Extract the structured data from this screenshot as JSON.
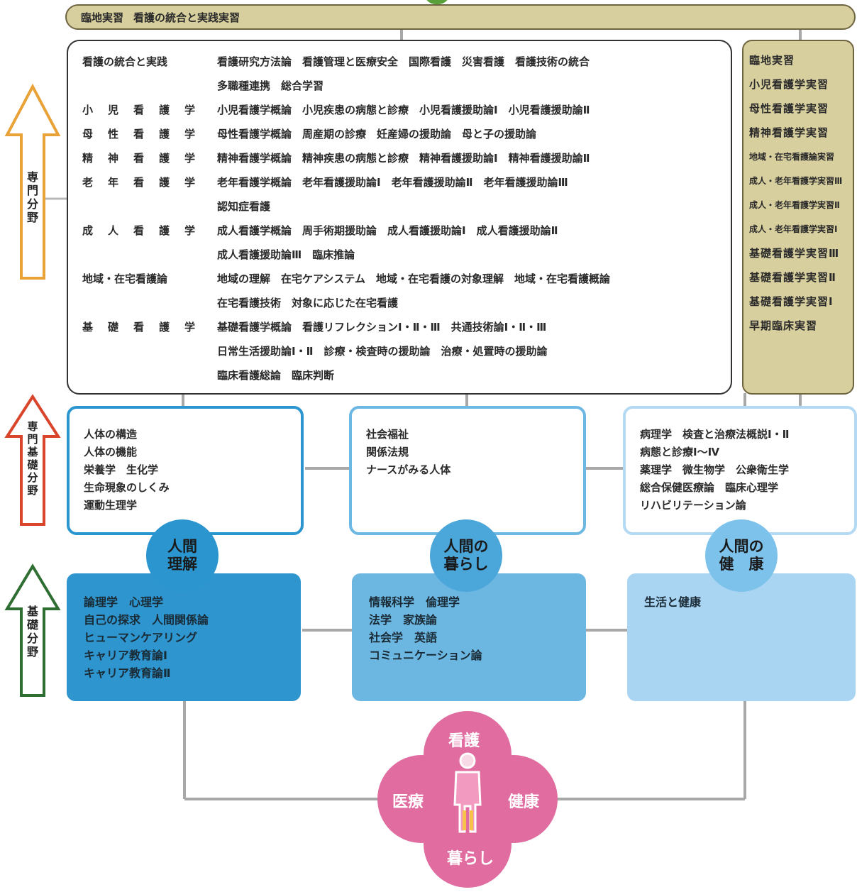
{
  "banner": {
    "label1": "臨地実習",
    "label2": "看護の統合と実践実習"
  },
  "side_arrows": [
    {
      "label": "専門分野",
      "color": "#e9a237"
    },
    {
      "label": "専門基礎分野",
      "color": "#d9452b"
    },
    {
      "label": "基礎分野",
      "color": "#2f6e33"
    }
  ],
  "professional": {
    "subjects": [
      {
        "name": "看護の統合と実践",
        "spaced": false,
        "lines": [
          "看護研究方法論　看護管理と医療安全　国際看護　災害看護　看護技術の統合",
          "多職種連携　総合学習"
        ]
      },
      {
        "name": "小児看護学",
        "spaced": true,
        "lines": [
          "小児看護学概論　小児疾患の病態と診療　小児看護援助論Ⅰ　小児看護援助論Ⅱ"
        ]
      },
      {
        "name": "母性看護学",
        "spaced": true,
        "lines": [
          "母性看護学概論　周産期の診療　妊産婦の援助論　母と子の援助論"
        ]
      },
      {
        "name": "精神看護学",
        "spaced": true,
        "lines": [
          "精神看護学概論　精神疾患の病態と診療　精神看護援助論Ⅰ　精神看護援助論Ⅱ"
        ]
      },
      {
        "name": "老年看護学",
        "spaced": true,
        "lines": [
          "老年看護学概論　老年看護援助論Ⅰ　老年看護援助論Ⅱ　老年看護援助論Ⅲ",
          "認知症看護"
        ]
      },
      {
        "name": "成人看護学",
        "spaced": true,
        "lines": [
          "成人看護学概論　周手術期援助論　成人看護援助論Ⅰ　成人看護援助論Ⅱ",
          "成人看護援助論Ⅲ　臨床推論"
        ]
      },
      {
        "name": "地域・在宅看護論",
        "spaced": false,
        "lines": [
          "地域の理解　在宅ケアシステム　地域・在宅看護の対象理解　地域・在宅看護概論",
          "在宅看護技術　対象に応じた在宅看護"
        ]
      },
      {
        "name": "基礎看護学",
        "spaced": true,
        "lines": [
          "基礎看護学概論　看護リフレクションⅠ・Ⅱ・Ⅲ　共通技術論Ⅰ・Ⅱ・Ⅲ",
          "日常生活援助論Ⅰ・Ⅱ　診療・検査時の援助論　治療・処置時の援助論",
          "臨床看護総論　臨床判断"
        ]
      }
    ]
  },
  "practicum": {
    "items": [
      {
        "label": "臨地実習",
        "small": false
      },
      {
        "label": "小児看護学実習",
        "small": false
      },
      {
        "label": "母性看護学実習",
        "small": false
      },
      {
        "label": "精神看護学実習",
        "small": false
      },
      {
        "label": "地域・在宅看護論実習",
        "small": true
      },
      {
        "label": "成人・老年看護学実習Ⅲ",
        "small": true
      },
      {
        "label": "成人・老年看護学実習Ⅱ",
        "small": true
      },
      {
        "label": "成人・老年看護学実習Ⅰ",
        "small": true
      },
      {
        "label": "基礎看護学実習Ⅲ",
        "small": false
      },
      {
        "label": "基礎看護学実習Ⅱ",
        "small": false
      },
      {
        "label": "基礎看護学実習Ⅰ",
        "small": false
      },
      {
        "label": "早期臨床実習",
        "small": false
      }
    ]
  },
  "foundation_professional": {
    "boxes": [
      {
        "lines": [
          "人体の構造",
          "人体の機能",
          "栄養学　生化学",
          "生命現象のしくみ",
          "運動生理学"
        ]
      },
      {
        "lines": [
          "社会福祉",
          "関係法規",
          "ナースがみる人体"
        ]
      },
      {
        "lines": [
          "病理学　検査と治療法概説Ⅰ・Ⅱ",
          "病態と診療Ⅰ～Ⅳ",
          "薬理学　微生物学　公衆衛生学",
          "総合保健医療論　臨床心理学",
          "リハビリテーション論"
        ]
      }
    ]
  },
  "themes": [
    {
      "line1": "人間",
      "line2": "理解"
    },
    {
      "line1": "人間の",
      "line2": "暮らし"
    },
    {
      "line1": "人間の",
      "line2": "健　康"
    }
  ],
  "basic": {
    "boxes": [
      {
        "lines": [
          "論理学　心理学",
          "自己の探求　人間関係論",
          "ヒューマンケアリング",
          "キャリア教育論Ⅰ",
          "キャリア教育論Ⅱ"
        ]
      },
      {
        "lines": [
          "情報科学　倫理学",
          "法学　家族論",
          "社会学　英語",
          "コミュニケーション論"
        ]
      },
      {
        "lines": [
          "生活と健康"
        ]
      }
    ]
  },
  "flower": {
    "top": "看護",
    "left": "医療",
    "right": "健康",
    "bottom": "暮らし"
  },
  "colors": {
    "professional_border": "#333333",
    "practicum_bg": "#d8cf9e",
    "mid_borders": [
      "#2b95cf",
      "#6db8e2",
      "#b3daf2"
    ],
    "theme_circles": [
      "#2b95cf",
      "#4ba6da",
      "#7dc2eb"
    ],
    "bottom_boxes": [
      "#2e95cf",
      "#6cb7e2",
      "#a9d5f2"
    ],
    "flower": "#e06ca0"
  }
}
